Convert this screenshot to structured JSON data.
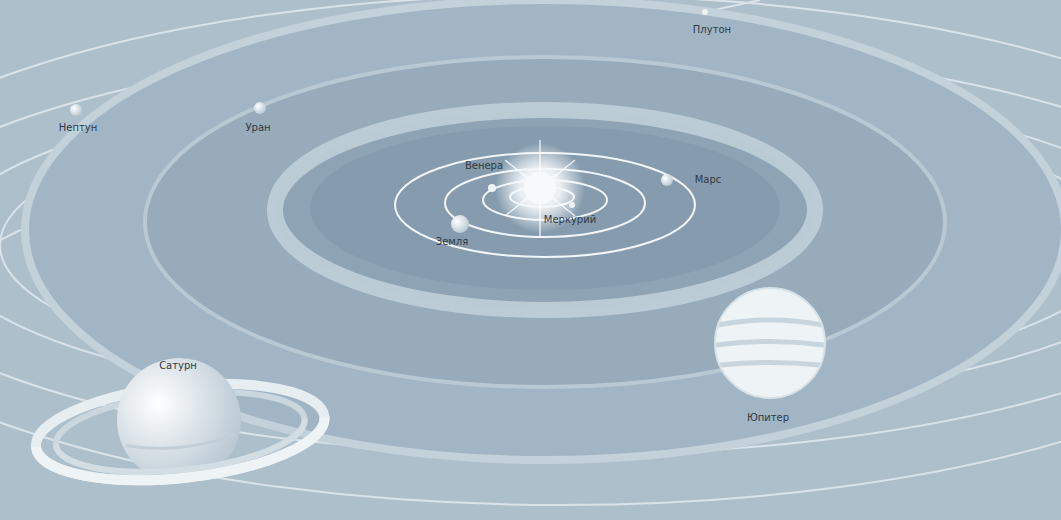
{
  "diagram": {
    "labels": [
      "Плутон",
      "Нептун",
      "Уран",
      "Венера",
      "Марс",
      "Земля",
      "Меркурий",
      "Сатурн",
      "Юпитер"
    ]
  }
}
